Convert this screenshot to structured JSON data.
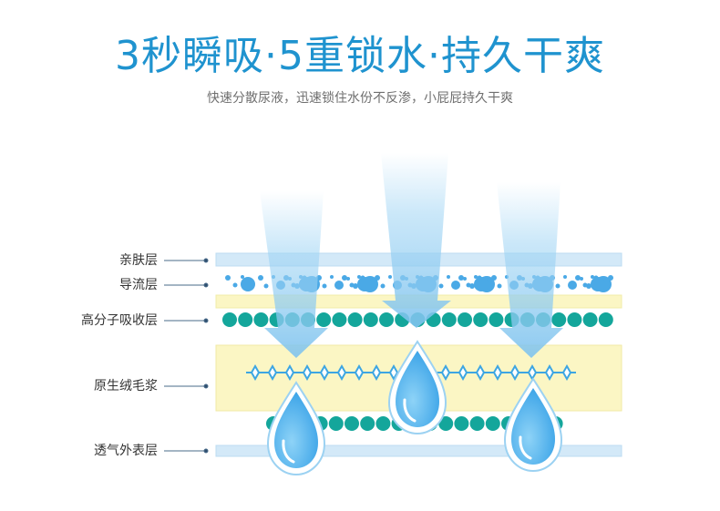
{
  "title": "3秒瞬吸·5重锁水·持久干爽",
  "subtitle": "快速分散尿液，迅速锁住水份不反渗，小屁屁持久干爽",
  "layers": [
    {
      "label": "亲肤层"
    },
    {
      "label": "导流层"
    },
    {
      "label": "高分子吸收层"
    },
    {
      "label": "原生绒毛浆"
    },
    {
      "label": "透气外表层"
    }
  ],
  "colors": {
    "title": "#1f93cf",
    "layer_blue": "#cfe6f7",
    "bubble_blue": "#4aa9e6",
    "pale_yellow": "#fbf6c4",
    "teal": "#14a69b",
    "arrow_blue": "#8fcdf2",
    "drop_blue": "#5fb9ef"
  }
}
